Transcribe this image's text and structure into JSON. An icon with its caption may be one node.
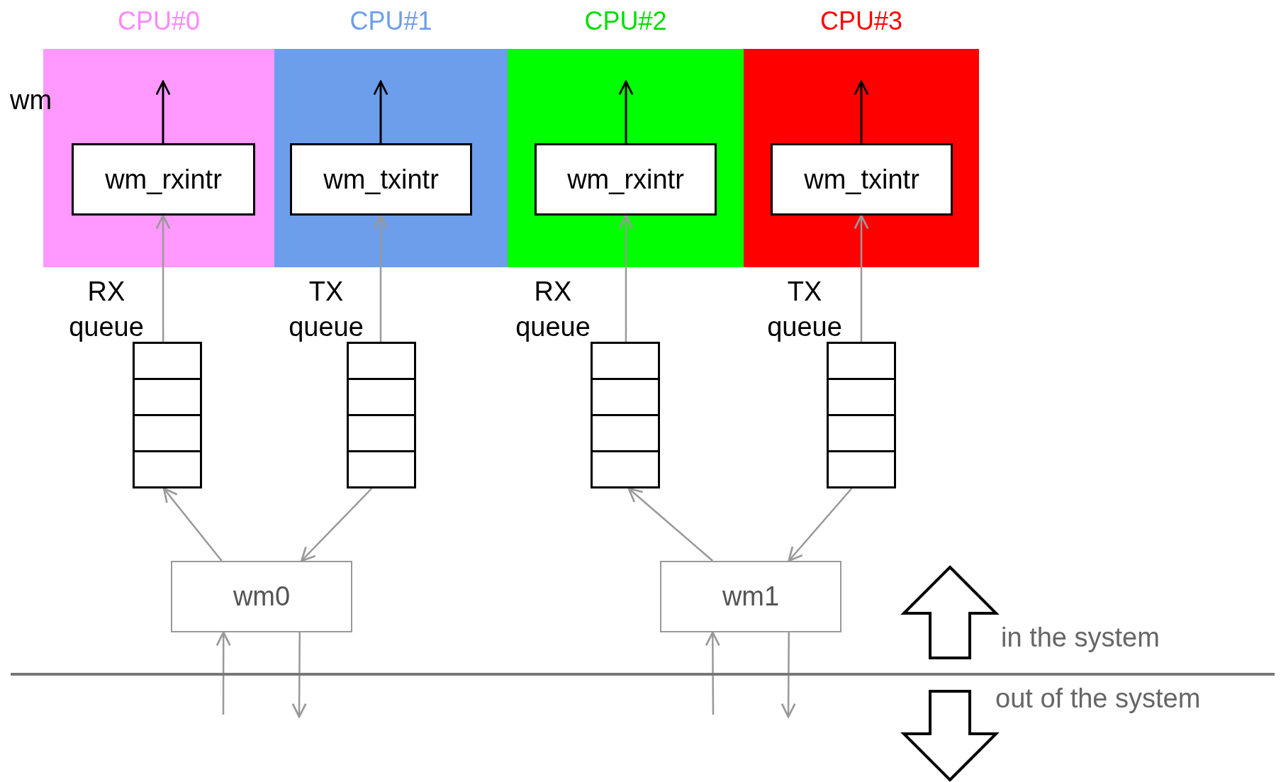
{
  "diagram": {
    "nodes": [
      {
        "text": [
          "CPU#0"
        ]
      },
      {
        "text": [
          "CPU#1"
        ]
      },
      {
        "text": [
          "CPU#2"
        ]
      },
      {
        "text": [
          "CPU#3"
        ]
      },
      {
        "text": [
          "wm_rxintr"
        ],
        "in": 0
      },
      {
        "text": [
          "wm_txintr"
        ],
        "in": 1
      },
      {
        "text": [
          "wm_rxintr"
        ],
        "in": 2
      },
      {
        "text": [
          "wm_txintr"
        ],
        "in": 3
      },
      {
        "text": [],
        "shape": "box",
        "beside": [
          "RX queue"
        ]
      },
      {
        "text": [],
        "shape": "box",
        "beside": [
          "TX queue"
        ]
      },
      {
        "text": [],
        "shape": "box",
        "beside": [
          "RX queue"
        ]
      },
      {
        "text": [],
        "shape": "box",
        "beside": [
          "TX queue"
        ]
      },
      {
        "text": [
          "wm0"
        ]
      },
      {
        "text": [
          "wm1"
        ]
      }
    ],
    "edges": [
      {
        "from": 4,
        "to": null,
        "arrow": "to",
        "color": "#000000"
      },
      {
        "from": 5,
        "to": null,
        "arrow": "to",
        "color": "#000000"
      },
      {
        "from": 6,
        "to": null,
        "arrow": "to",
        "color": "#000000"
      },
      {
        "from": 7,
        "to": null,
        "arrow": "to",
        "color": "#000000"
      },
      {
        "from": 8,
        "to": 4,
        "arrow": "to"
      },
      {
        "from": 9,
        "to": 5,
        "arrow": "to"
      },
      {
        "from": 10,
        "to": 6,
        "arrow": "to"
      },
      {
        "from": 11,
        "to": 7,
        "arrow": "to"
      },
      {
        "from": 12,
        "to": 8,
        "arrow": "to"
      },
      {
        "from": 9,
        "to": 12,
        "arrow": "to"
      },
      {
        "from": 13,
        "to": 10,
        "arrow": "to"
      },
      {
        "from": 11,
        "to": 13,
        "arrow": "to"
      },
      {
        "from": null,
        "to": 12,
        "arrow": "to"
      },
      {
        "from": 12,
        "to": null,
        "arrow": "to"
      },
      {
        "from": null,
        "to": 13,
        "arrow": "to"
      },
      {
        "from": 13,
        "to": null,
        "arrow": "to"
      }
    ],
    "labels": [
      "wm",
      "in the system",
      "out of the system"
    ]
  }
}
